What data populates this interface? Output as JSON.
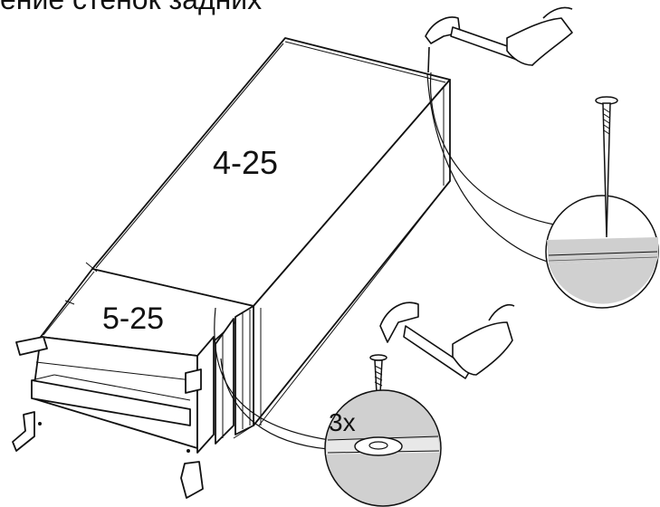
{
  "header": {
    "title": "ение стенок задних"
  },
  "panels": [
    {
      "id": "top-panel",
      "label": "4-25"
    },
    {
      "id": "front-panel",
      "label": "5-25"
    }
  ],
  "callout": {
    "quantity": "3x"
  },
  "icons": [
    "hammer-icon",
    "hand-icon",
    "nail-icon",
    "magnifier-circle-icon"
  ]
}
